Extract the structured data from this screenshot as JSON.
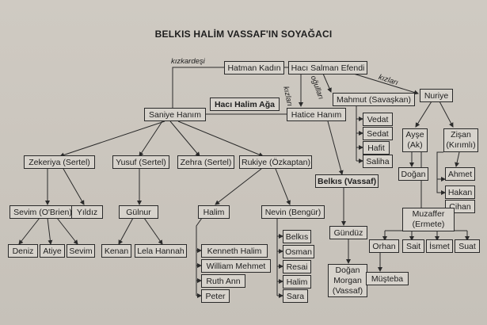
{
  "title": "BELKIS HALİM VASSAF'IN SOYAĞACI",
  "labels": {
    "kizkardesi": "kızkardeşi",
    "kizlari_1": "kızları",
    "ogullari": "oğulları",
    "kizlari_2": "kızları"
  },
  "people": {
    "hatman": "Hatman Kadın",
    "haci_salman": "Hacı Salman Efendi",
    "haci_halim": "Hacı Halim Ağa",
    "saniye": "Saniye Hanım",
    "hatice": "Hatice Hanım",
    "mahmut": "Mahmut (Savaşkan)",
    "nuriye": "Nuriye",
    "vedat": "Vedat",
    "sedat": "Sedat",
    "hafit": "Hafit",
    "saliha": "Saliha",
    "ayse": "Ayşe (Ak)",
    "zisan": "Zişan (Kırımlı)",
    "dogan": "Doğan",
    "ahmet": "Ahmet",
    "hakan": "Hakan",
    "cihan": "Cihan",
    "zekeriya": "Zekeriya (Sertel)",
    "yusuf": "Yusuf (Sertel)",
    "zehra": "Zehra (Sertel)",
    "rukiye": "Rukiye (Özkaptan)",
    "belkis": "Belkıs (Vassaf)",
    "sevim_obrien": "Sevim (O'Brien)",
    "yildiz": "Yıldız",
    "gulnur": "Gülnur",
    "halim": "Halim",
    "nevin": "Nevin (Bengür)",
    "gunduz": "Gündüz",
    "muzaffer": "Muzaffer (Ermete)",
    "deniz": "Deniz",
    "atiye": "Atiye",
    "sevim": "Sevim",
    "kenan": "Kenan",
    "lela": "Lela Hannah",
    "kenneth": "Kenneth Halim",
    "william": "William Mehmet",
    "ruth": "Ruth Ann",
    "peter": "Peter",
    "belkis2": "Belkıs",
    "osman": "Osman",
    "resai": "Resai",
    "halim2": "Halim",
    "sara": "Sara",
    "dogan_morgan": "Doğan Morgan (Vassaf)",
    "orhan": "Orhan",
    "sait": "Sait",
    "ismet": "İsmet",
    "suat": "Suat",
    "musteba": "Müşteba"
  }
}
